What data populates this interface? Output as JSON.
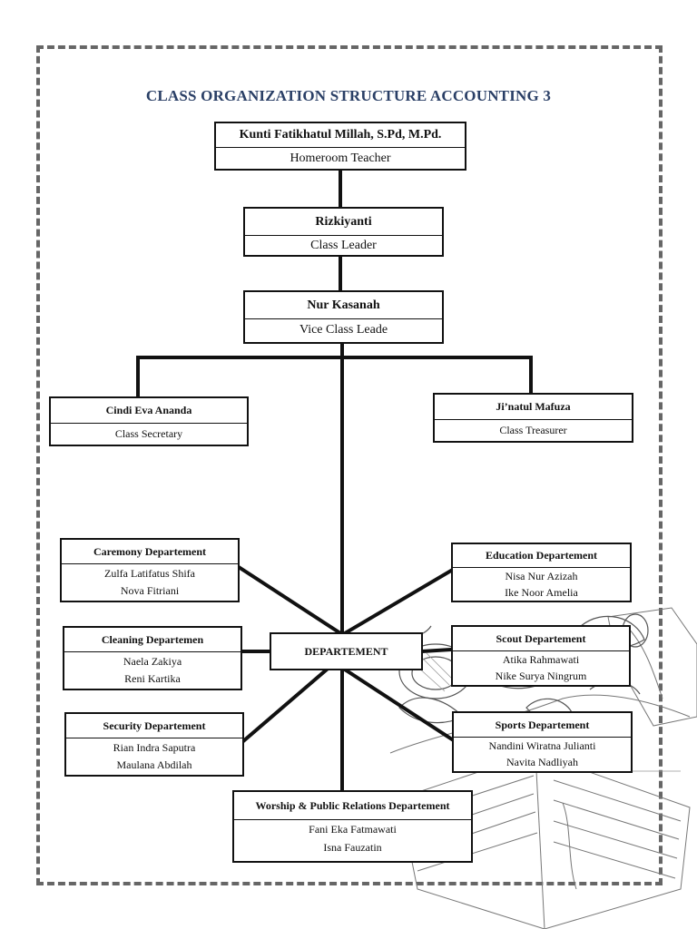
{
  "title": "CLASS ORGANIZATION STRUCTURE ACCOUNTING 3",
  "teacher": {
    "name": "Kunti Fatikhatul Millah, S.Pd, M.Pd.",
    "role": "Homeroom Teacher"
  },
  "leader": {
    "name": "Rizkiyanti",
    "role": "Class Leader"
  },
  "vice": {
    "name": "Nur Kasanah",
    "role": "Vice Class Leade"
  },
  "secretary": {
    "name": "Cindi Eva Ananda",
    "role": "Class Secretary"
  },
  "treasurer": {
    "name": "Ji’natul Mafuza",
    "role": "Class Treasurer"
  },
  "department_hub": "DEPARTEMENT",
  "departments": {
    "ceremony": {
      "name": "Caremony Departement",
      "members": [
        "Zulfa Latifatus Shifa",
        "Nova Fitriani"
      ]
    },
    "cleaning": {
      "name": "Cleaning Departemen",
      "members": [
        "Naela Zakiya",
        "Reni Kartika"
      ]
    },
    "security": {
      "name": "Security Departement",
      "members": [
        "Rian Indra Saputra",
        "Maulana Abdilah"
      ]
    },
    "education": {
      "name": "Education Departement",
      "members": [
        "Nisa Nur Azizah",
        "Ike Noor Amelia"
      ]
    },
    "scout": {
      "name": "Scout Departement",
      "members": [
        "Atika Rahmawati",
        "Nike Surya Ningrum"
      ]
    },
    "sports": {
      "name": "Sports Departement",
      "members": [
        "Nandini Wiratna Julianti",
        "Navita Nadliyah"
      ]
    },
    "worship": {
      "name": "Worship & Public Relations Departement",
      "members": [
        "Fani Eka Fatmawati",
        "Isna Fauzatin"
      ]
    }
  }
}
